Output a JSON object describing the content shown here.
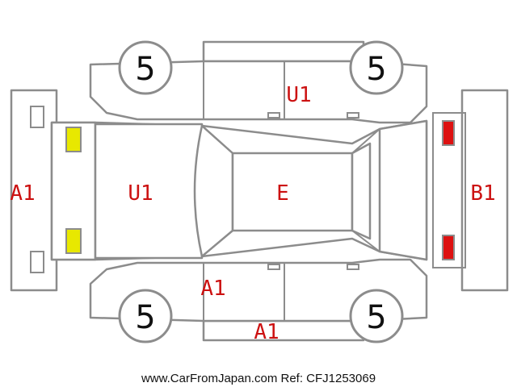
{
  "damage_codes": {
    "front_bumper": "A1",
    "hood": "U1",
    "roof": "E",
    "rear_bumper": "B1",
    "right_side_top": "U1",
    "left_side_front": "A1",
    "left_sill": "A1"
  },
  "tires": {
    "front_right": "5",
    "rear_right": "5",
    "front_left": "5",
    "rear_left": "5"
  },
  "footer_text": "www.CarFromJapan.com Ref: CFJ1253069",
  "colors": {
    "outline": "#8c8c8c",
    "damage_text": "#cc1111",
    "front_lamp": "#e8e800",
    "rear_lamp": "#dd1111"
  }
}
